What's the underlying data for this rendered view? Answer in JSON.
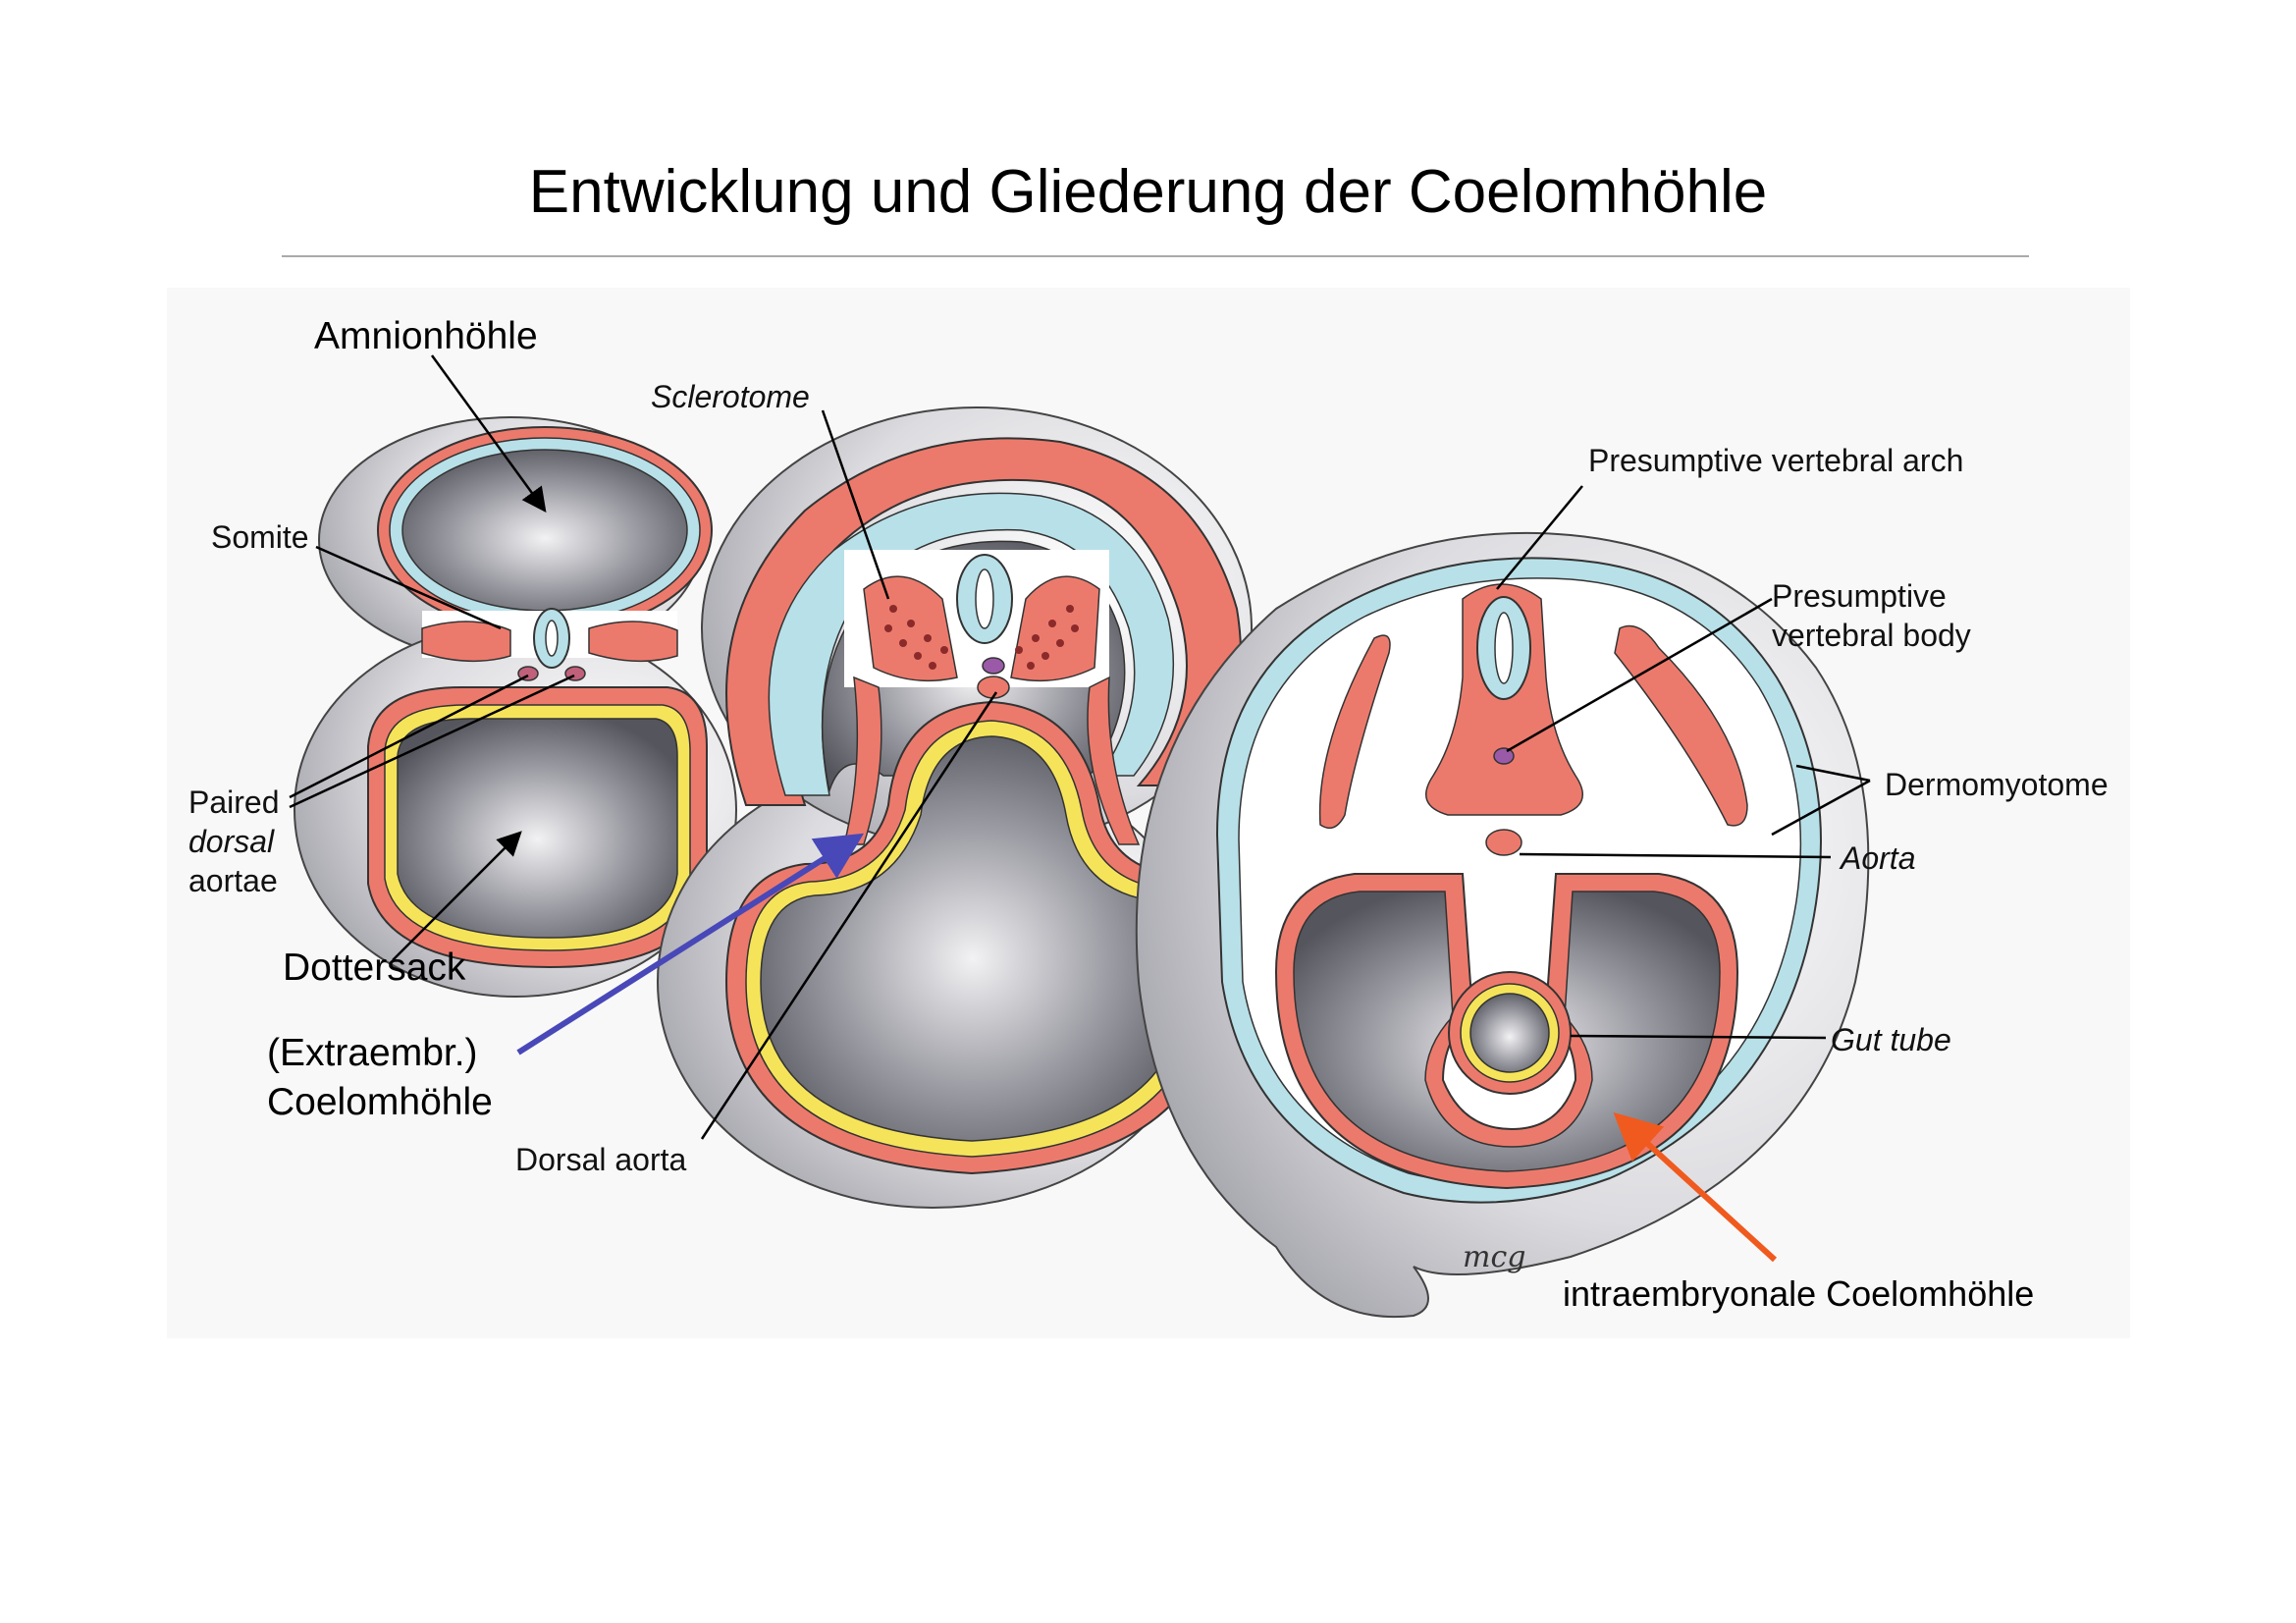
{
  "title": "Entwicklung und Gliederung der Coelomhöhle",
  "labels": {
    "amnion": "Amnionhöhle",
    "sclerotome": "Sclerotome",
    "somite": "Somite",
    "paired_line1": "Paired",
    "paired_line2": "dorsal",
    "paired_line3": "aortae",
    "dottersack": "Dottersack",
    "extra_line1": "(Extraembr.)",
    "extra_line2": "Coelomhöhle",
    "dorsal_aorta": "Dorsal aorta",
    "arch": "Presumptive vertebral arch",
    "body_line1": "Presumptive",
    "body_line2": "vertebral body",
    "dermomyotome": "Dermomyotome",
    "aorta": "Aorta",
    "gut_tube": "Gut tube",
    "intra": "intraembryonale Coelomhöhle",
    "signature": "mcg"
  },
  "colors": {
    "ectoderm": "#b8e0e8",
    "mesoderm": "#ec7a6c",
    "endoderm": "#f5e45a",
    "blue_arrow": "#4848b8",
    "orange_arrow": "#f05a1e"
  }
}
